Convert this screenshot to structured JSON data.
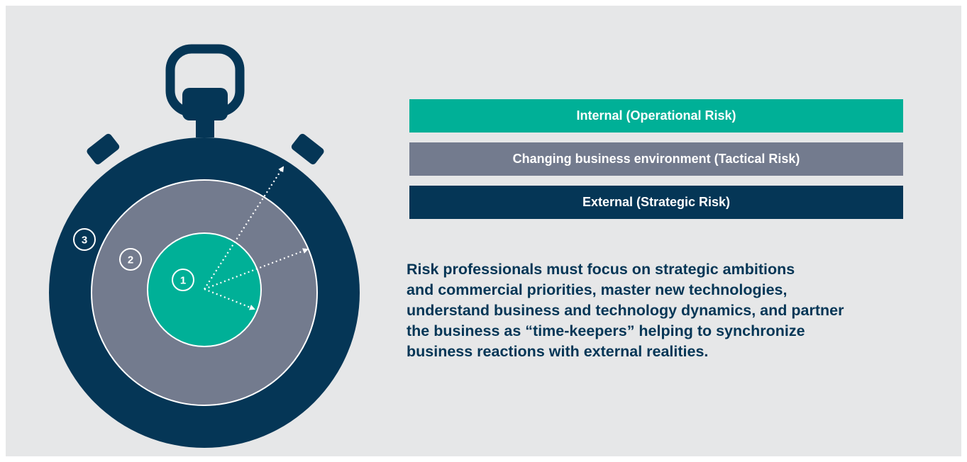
{
  "diagram": {
    "rings": [
      {
        "number": "1",
        "color": "#00b097"
      },
      {
        "number": "2",
        "color": "#737b8e"
      },
      {
        "number": "3",
        "color": "#053656"
      }
    ]
  },
  "legend": {
    "items": [
      {
        "label": "Internal (Operational Risk)",
        "color": "#00b097"
      },
      {
        "label": "Changing business environment (Tactical Risk)",
        "color": "#737b8e"
      },
      {
        "label": "External (Strategic Risk)",
        "color": "#053656"
      }
    ]
  },
  "description": {
    "lines": [
      "Risk professionals must focus on strategic ambitions",
      "and commercial priorities, master new technologies,",
      "understand business and technology dynamics, and partner",
      "the business as “time-keepers” helping to synchronize",
      "business reactions with external realities."
    ]
  }
}
